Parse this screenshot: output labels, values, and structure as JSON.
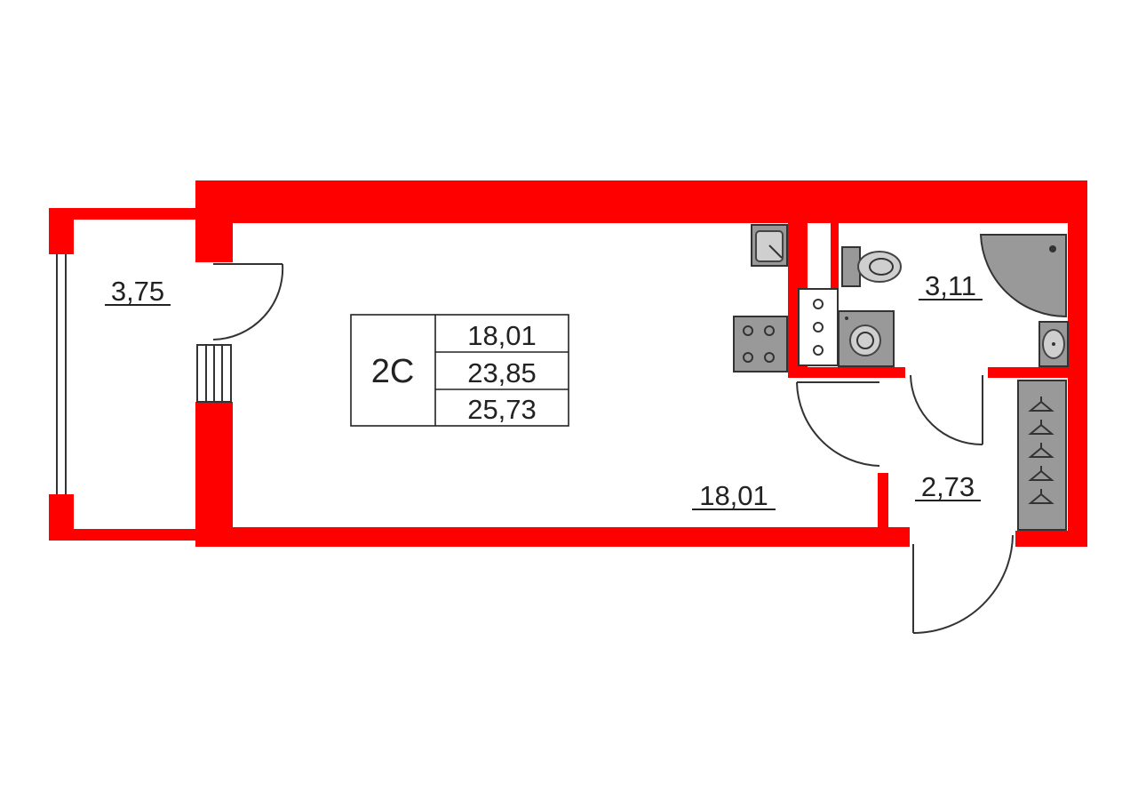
{
  "plan": {
    "apartment_type": "2С",
    "table_areas": [
      "18,01",
      "23,85",
      "25,73"
    ],
    "rooms": {
      "balcony": "3,75",
      "main_room": "18,01",
      "bathroom": "3,11",
      "hallway": "2,73"
    },
    "colors": {
      "wall": "#ff0000",
      "fixture": "#999999",
      "line": "#333333"
    }
  }
}
